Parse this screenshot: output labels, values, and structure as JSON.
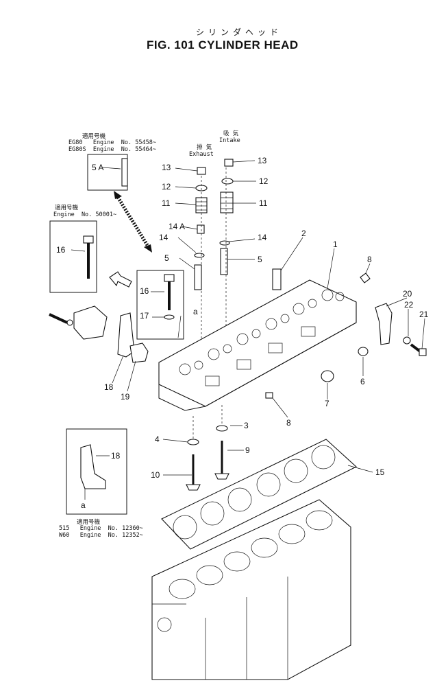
{
  "header": {
    "title_jp": "シリンダヘッド",
    "title": "FIG. 101 CYLINDER HEAD"
  },
  "notes": {
    "top_left_jp": "適用号機",
    "top_left_line1": "EG80   Engine  No. 55458~",
    "top_left_line2": "EG80S  Engine  No. 55464~",
    "mid_left_jp": "適用号機",
    "mid_left_line1": "Engine  No. 50001~",
    "bottom_left_jp": "適用号機",
    "bottom_left_line1": "515   Engine  No. 12360~",
    "bottom_left_line2": "W60   Engine  No. 12352~",
    "exhaust_jp": "排 気",
    "exhaust": "Exhaust",
    "intake_jp": "吸 気",
    "intake": "Intake"
  },
  "labels": {
    "l1": "1",
    "l2": "2",
    "l3": "3",
    "l4": "4",
    "l5a": "5",
    "l5b": "5",
    "l5A": "5 A",
    "l6": "6",
    "l7": "7",
    "l8a": "8",
    "l8b": "8",
    "l9": "9",
    "l10": "10",
    "l11a": "11",
    "l11b": "11",
    "l12a": "12",
    "l12b": "12",
    "l13a": "13",
    "l13b": "13",
    "l14A": "14 A",
    "l14a": "14",
    "l14b": "14",
    "l15": "15",
    "l16a": "16",
    "l16b": "16",
    "l17": "17",
    "l18a": "18",
    "l18b": "18",
    "l19": "19",
    "l20": "20",
    "l21": "21",
    "l22": "22",
    "la1": "a",
    "la2": "a"
  }
}
